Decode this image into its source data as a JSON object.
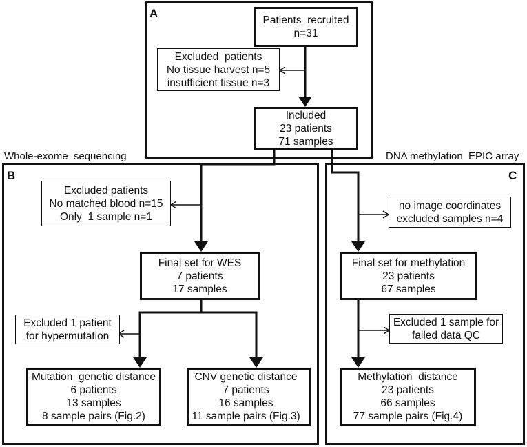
{
  "panels": {
    "A": "A",
    "B": "B",
    "C": "C"
  },
  "captions": {
    "wes": "Whole-exome  sequencing",
    "methylation": "DNA methylation  EPIC array"
  },
  "boxes": {
    "recruited": [
      "Patients  recruited",
      "n=31"
    ],
    "excluded_a": [
      "Excluded  patients",
      "No tissue harvest n=5",
      "insufficient tissue n=3"
    ],
    "included": [
      "Included",
      "23 patients",
      "71 samples"
    ],
    "excluded_b": [
      "Excluded patients",
      "No matched blood n=15",
      "Only  1 sample n=1"
    ],
    "final_wes": [
      "Final set for WES",
      "7 patients",
      "17 samples"
    ],
    "excluded_hyper": [
      "Excluded 1 patient",
      "for hypermutation"
    ],
    "mutation_distance": [
      "Mutation  genetic distance",
      "6 patients",
      "13 samples",
      "8 sample pairs (Fig.2)"
    ],
    "cnv_distance": [
      "CNV genetic distance",
      "7 patients",
      "16 samples",
      "11 sample pairs (Fig.3)"
    ],
    "no_image": [
      "no image coordinates",
      "excluded samples n=4"
    ],
    "final_methylation": [
      "Final set for methylation",
      "23 patients",
      "67 samples"
    ],
    "excluded_qc": [
      "Excluded 1 sample for",
      "failed data QC"
    ],
    "methylation_distance": [
      "Methylation  distance",
      "23 patients",
      "66 samples",
      "77 sample pairs (Fig.4)"
    ]
  }
}
